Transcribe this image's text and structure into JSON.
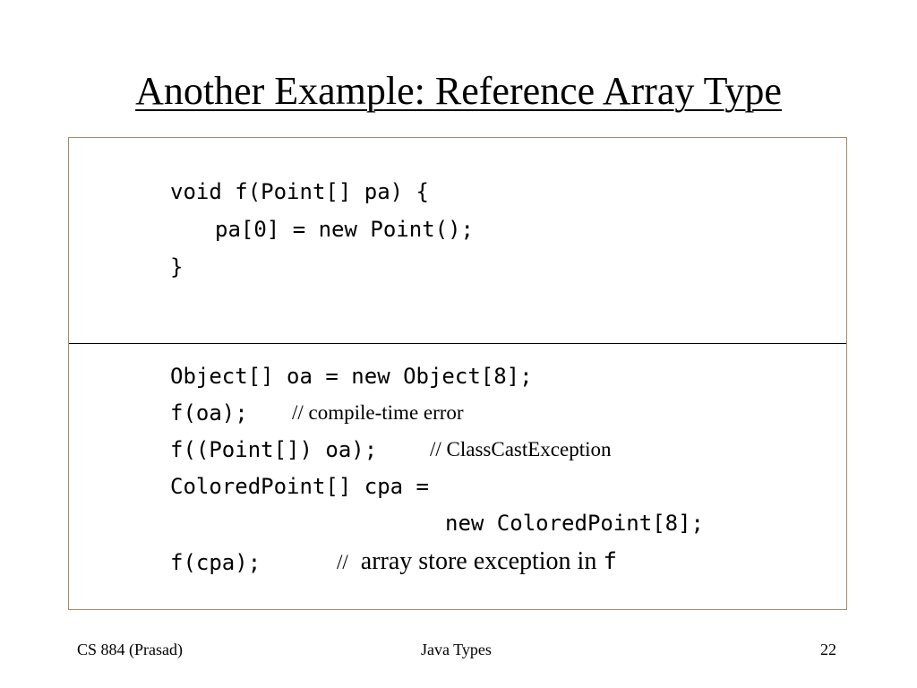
{
  "slide": {
    "title": "Another Example: Reference Array Type"
  },
  "code_top": {
    "line1": "void f(Point[] pa) {",
    "line2": "pa[0] = new Point();",
    "line3": "}"
  },
  "code_bottom": {
    "line1": "Object[] oa = new Object[8];",
    "line2_code": "f(oa);",
    "line2_comment": "// compile-time error",
    "line3_code": "f((Point[]) oa);",
    "line3_comment": "// ClassCastException",
    "line4": "ColoredPoint[] cpa =",
    "line5": "new ColoredPoint[8];",
    "line6_code": "f(cpa);",
    "line6_comment_slashes": "//",
    "line6_comment_text": "array store exception in",
    "line6_comment_code": "f"
  },
  "footer": {
    "left": "CS 884  (Prasad)",
    "center": "Java Types",
    "right": "22"
  }
}
